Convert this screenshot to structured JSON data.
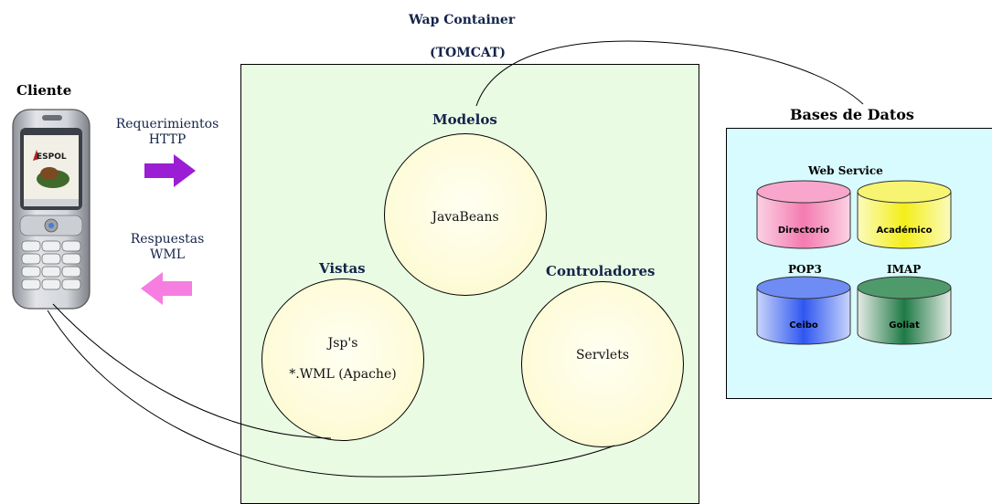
{
  "container": {
    "title": "Wap Container",
    "subtitle": "(TOMCAT)"
  },
  "client": {
    "title": "Cliente",
    "phone_brand": "ESPOL"
  },
  "arrows": {
    "request_line1": "Requerimientos",
    "request_line2": "HTTP",
    "response_line1": "Respuestas",
    "response_line2": "WML",
    "request_color": "#9b1ed4",
    "response_color": "#f57ee0"
  },
  "mvc": {
    "models": {
      "title": "Modelos",
      "content": "JavaBeans"
    },
    "views": {
      "title": "Vistas",
      "content_line1": "Jsp's",
      "content_line2": "*.WML (Apache)"
    },
    "controllers": {
      "title": "Controladores",
      "content": "Servlets"
    }
  },
  "databases": {
    "title": "Bases de Datos",
    "web_service_label": "Web Service",
    "pop3_label": "POP3",
    "imap_label": "IMAP",
    "items": [
      {
        "name": "Directorio",
        "color": "#f47bb0"
      },
      {
        "name": "Académico",
        "color": "#f3ee1a"
      },
      {
        "name": "Ceibo",
        "color": "#2f57f0"
      },
      {
        "name": "Goliat",
        "color": "#1f7a45"
      }
    ]
  }
}
